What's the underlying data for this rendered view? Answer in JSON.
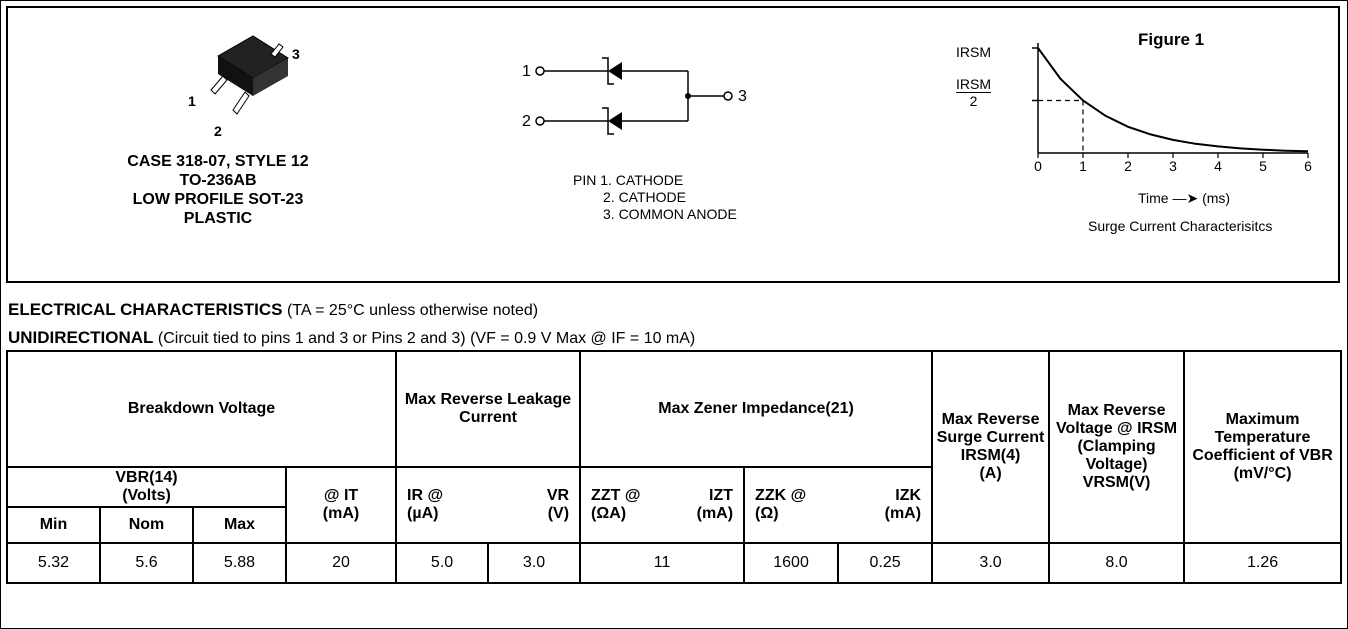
{
  "package": {
    "pins": [
      "1",
      "2",
      "3"
    ],
    "caption": [
      "CASE 318-07, STYLE 12",
      "TO-236AB",
      "LOW PROFILE SOT-23",
      "PLASTIC"
    ]
  },
  "schematic": {
    "pin_labels": [
      "1",
      "2",
      "3"
    ],
    "pin_list": [
      "PIN 1. CATHODE",
      "2. CATHODE",
      "3. COMMON ANODE"
    ]
  },
  "figure": {
    "title": "Figure 1",
    "y_top_label": "IRSM",
    "y_mid_num": "IRSM",
    "y_mid_den": "2",
    "xlabel": "Time —➤ (ms)",
    "subtitle": "Surge Current  Characterisitcs",
    "chart_data": {
      "type": "line",
      "x_ticks": [
        "0",
        "1",
        "2",
        "3",
        "4",
        "5",
        "6"
      ],
      "xlim": [
        0,
        6
      ],
      "ylim": [
        0,
        1
      ],
      "x": [
        0,
        0.5,
        1,
        1.5,
        2,
        2.5,
        3,
        3.5,
        4,
        4.5,
        5,
        5.5,
        6
      ],
      "y": [
        1.0,
        0.707,
        0.5,
        0.354,
        0.25,
        0.177,
        0.125,
        0.088,
        0.0625,
        0.044,
        0.031,
        0.022,
        0.016
      ],
      "marker_x": 1,
      "marker_y": 0.5
    }
  },
  "electrical": {
    "line1_bold": "ELECTRICAL CHARACTERISTICS",
    "line1_rest": " (TA = 25°C unless otherwise noted)",
    "line2_bold": "UNIDIRECTIONAL",
    "line2_rest": " (Circuit tied to pins 1 and 3 or Pins 2 and 3) (VF = 0.9 V Max @ IF = 10 mA)"
  },
  "table": {
    "headers": {
      "breakdown": "Breakdown Voltage",
      "vbr": "VBR(14)",
      "volts": "(Volts)",
      "min": "Min",
      "nom": "Nom",
      "max": "Max",
      "it": "@ IT",
      "it_unit": "(mA)",
      "leak": "Max Reverse Leakage Current",
      "ir": "IR   @",
      "vr": "VR",
      "ir_unit": "(µA)",
      "vr_unit": "(V)",
      "zener": "Max Zener Impedance(21)",
      "zzt": "ZZT   @",
      "izt": "IZT",
      "zzt_unit": "(ΩA)",
      "izt_unit": "(mA)",
      "zzk": "ZZK   @",
      "izk": "IZK",
      "zzk_unit": "(Ω)",
      "izk_unit": "(mA)",
      "surge": "Max Reverse Surge Current",
      "surge_sym": "IRSM(4)",
      "surge_unit": "(A)",
      "clamp": "Max Reverse Voltage @ IRSM (Clamping Voltage)",
      "clamp_sym": "VRSM(V)",
      "temp": "Maximum Temperature Coefficient of VBR",
      "temp_unit": "(mV/°C)"
    },
    "row": [
      "5.32",
      "5.6",
      "5.88",
      "20",
      "5.0",
      "3.0",
      "11",
      "1600",
      "0.25",
      "3.0",
      "8.0",
      "1.26"
    ]
  }
}
